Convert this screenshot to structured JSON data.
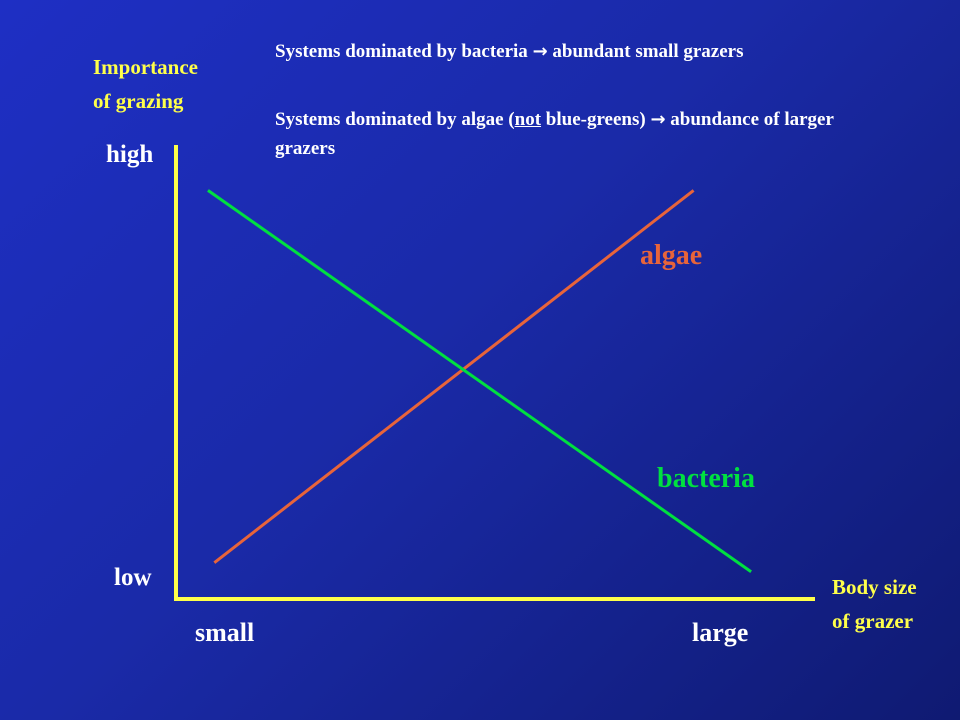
{
  "y_axis_title": [
    "Importance",
    "of grazing"
  ],
  "x_axis_title": [
    "Body size",
    "of grazer"
  ],
  "notes": {
    "bacteria": {
      "lead": "Systems dominated by bacteria ",
      "arrow": "→",
      "tail": " abundant small grazers"
    },
    "algae": {
      "part1": "Systems dominated by algae (",
      "underlined": "not",
      "part2": " blue-greens) ",
      "arrow": "→",
      "tail": " abundance of larger grazers"
    }
  },
  "axis_labels": {
    "high": "high",
    "low": "low",
    "small": "small",
    "large": "large"
  },
  "series_labels": {
    "algae": "algae",
    "bacteria": "bacteria"
  },
  "colors": {
    "axis": "#ffff4a",
    "algae": "#e8643a",
    "bacteria": "#00e040",
    "background": "#1a2aa8"
  },
  "chart_data": {
    "type": "line",
    "description_units": "relative scale: x 0 = small body size, 1 = large; y 0 = low importance, 1 = high",
    "xlim": [
      0,
      1
    ],
    "ylim": [
      0,
      1
    ],
    "series": [
      {
        "name": "algae",
        "x": [
          0.06,
          0.81
        ],
        "y": [
          0.08,
          0.9
        ]
      },
      {
        "name": "bacteria",
        "x": [
          0.05,
          0.9
        ],
        "y": [
          0.9,
          0.06
        ]
      }
    ]
  }
}
